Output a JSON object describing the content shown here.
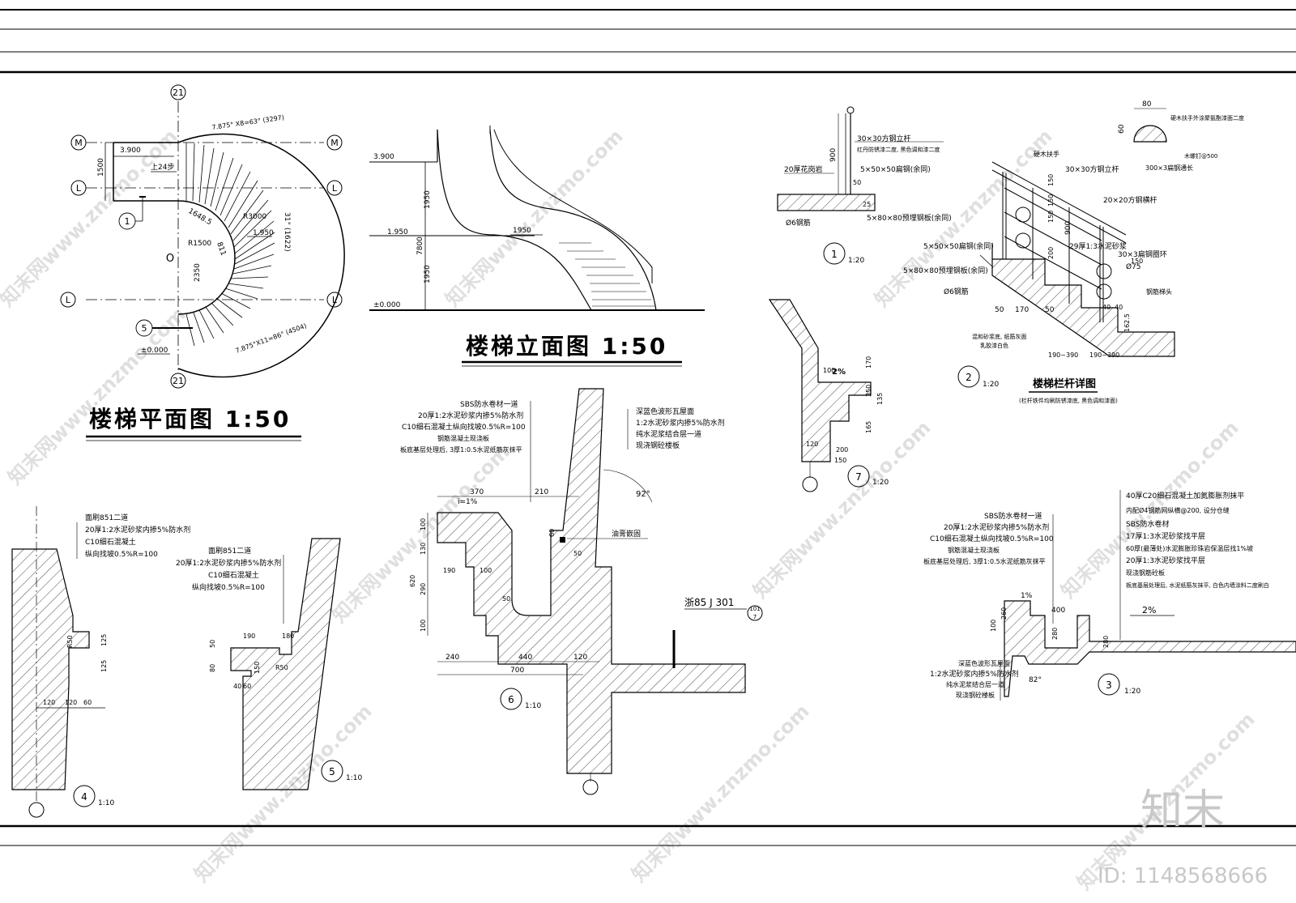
{
  "plan": {
    "title": "楼梯平面图   1:50",
    "axis_21": "21",
    "axis_m": "M",
    "axis_l": "L",
    "axis_o": "O",
    "lvl_top": "3.900",
    "lvl_bottom": "±0.000",
    "dim_1500": "1500",
    "up_label": "上24步",
    "dim_arc_top": "7.875° X8=63° (3297)",
    "dim_arc_bottom": "7.875°X11=86° (4504)",
    "dim_r3000": "R3000",
    "dim_r1500": "R1500",
    "dim_1648": "1648.5",
    "dim_811": "811",
    "dim_2350": "2350",
    "dim_31": "31° (1622)",
    "lvl_mid": "1.950",
    "ref_1": "1",
    "ref_5": "5"
  },
  "elevation": {
    "title": "楼梯立面图   1:50",
    "lvl_top": "3.900",
    "lvl_mid": "1.950",
    "lvl_mid2": "1950",
    "lvl_bottom": "±0.000",
    "dim_1950a": "1950",
    "dim_7800": "7800",
    "dim_1950b": "1950"
  },
  "detail1": {
    "ref": "1",
    "scale": "1:20",
    "n1": "30×30方钢立杆",
    "n2": "红丹防锈漆二度, 黑色调和漆二度",
    "n3": "20厚花岗岩",
    "n4": "5×50×50扁钢(余同)",
    "n5": "5×80×80预埋钢板(余同)",
    "n6": "Ø6钢筋",
    "d900": "900",
    "d50": "50",
    "d25": "25"
  },
  "detail2": {
    "ref": "2",
    "scale": "1:20",
    "title": "楼梯栏杆详图",
    "subtitle": "(栏杆铁件均刷防锈漆底, 黑色调和漆面)",
    "n1": "硬木扶手",
    "n2": "硬木扶手外涂聚氨酯漆面二度",
    "n3": "30×30方钢立杆",
    "n4": "20×20方钢横杆",
    "n5": "5×50×50扁钢(余同)",
    "n6": "29厚1:3水泥砂浆",
    "n7": "30×3扁钢圈环",
    "n8": "5×80×80预埋钢板(余同)",
    "n9": "Ø6钢筋",
    "n10": "钢筋梯头",
    "n11": "300×3扁钢通长",
    "n12": "木螺钉@500",
    "n13": "混和砂浆底, 纸筋灰面",
    "n14": "乳胶漆白色",
    "d80": "80",
    "d60": "60",
    "d900": "900",
    "d150a": "150",
    "d150b": "150",
    "d150c": "150",
    "d200": "200",
    "d75": "Ø75",
    "d50": "50",
    "d170": "170",
    "d50b": "50",
    "d40a": "40",
    "d40b": "40",
    "d162": "162.5",
    "d190a": "190~390",
    "d190b": "190~390",
    "d150d": "150"
  },
  "detail3": {
    "ref": "3",
    "scale": "1:20",
    "n1": "40厚C20细石混凝土加氮膨胀剂抹平",
    "n2": "内配Ø4钢筋网纵横@200, 设分仓缝",
    "n3": "SBS防水卷材",
    "n4": "17厚1:3水泥砂浆找平层",
    "n5": "60厚(最薄处)水泥膨胀珍珠岩保温层找1%坡",
    "n6": "20厚1:3水泥砂浆找平层",
    "n7": "现浇钢筋砼板",
    "n8": "板底基层处理后, 水泥纸筋灰抹平, 白色内墙涂料二度刷白",
    "n9": "SBS防水卷材一道",
    "n10": "20厚1:2水泥砂浆内掺5%防水剂",
    "n11": "C10细石混凝土纵向找坡0.5%R=100",
    "n12": "钢筋混凝土现浇板",
    "n13": "板底基层处理后, 3厚1:0.5水泥纸筋灰抹平",
    "n14": "深蓝色波形瓦屋面",
    "n15": "1:2水泥砂浆内掺5%防水剂",
    "n16": "纯水泥浆结合层一道",
    "n17": "现浇钢砼楼板",
    "s1": "1%",
    "s2": "2%",
    "d400": "400",
    "d100": "100",
    "d260": "260",
    "d280a": "280",
    "d280b": "280",
    "angle": "82°"
  },
  "detail4": {
    "ref": "4",
    "scale": "1:10",
    "n1": "面刷851二道",
    "n2": "20厚1:2水泥砂浆内掺5%防水剂",
    "n3": "C10细石混凝土",
    "n4": "纵向找坡0.5%R=100",
    "d125a": "125",
    "d125b": "125",
    "r50": "R50",
    "d120a": "120",
    "d120b": "120",
    "d60": "60"
  },
  "detail5": {
    "ref": "5",
    "scale": "1:10",
    "n1": "面刷851二道",
    "n2": "20厚1:2水泥砂浆内掺5%防水剂",
    "n3": "C10细石混凝土",
    "n4": "纵向找坡0.5%R=100",
    "d190": "190",
    "d180": "180",
    "d50": "50",
    "d80": "80",
    "d150": "150",
    "r50": "R50",
    "d40": "40",
    "d60": "60"
  },
  "detail6": {
    "ref": "6",
    "scale": "1:10",
    "n1": "SBS防水卷材一道",
    "n2": "20厚1:2水泥砂浆内掺5%防水剂",
    "n3": "C10细石混凝土纵向找坡0.5%R=100",
    "n4": "钢筋混凝土现浇板",
    "n5": "板底基层处理后, 3厚1:0.5水泥纸筋灰抹平",
    "n6": "深蓝色波形瓦屋面",
    "n7": "1:2水泥砂浆内掺5%防水剂",
    "n8": "纯水泥浆结合层一道",
    "n9": "现浇钢砼楼板",
    "n10": "油膏嵌固",
    "ref_std": "浙85 J 301",
    "ref_std_sub_top": "101",
    "ref_std_sub_bottom": "7",
    "slope": "i=1%",
    "d370": "370",
    "d210": "210",
    "d100a": "100",
    "d130": "130",
    "d620": "620",
    "d290": "290",
    "d100b": "100",
    "d190": "190",
    "d100c": "100",
    "d50a": "50",
    "d60": "60",
    "d50b": "50",
    "d240": "240",
    "d440": "440",
    "d120": "120",
    "d700": "700",
    "angle": "92°"
  },
  "detail7": {
    "ref": "7",
    "scale": "1:20",
    "slope": "2%",
    "d100": "100",
    "d170": "170",
    "d350": "350",
    "d135": "135",
    "d165": "165",
    "d120": "120",
    "d200": "200",
    "d150": "150"
  },
  "watermark": {
    "text": "知末网www.znzmo.com",
    "logo": "知末",
    "id": "ID: 1148568666"
  }
}
